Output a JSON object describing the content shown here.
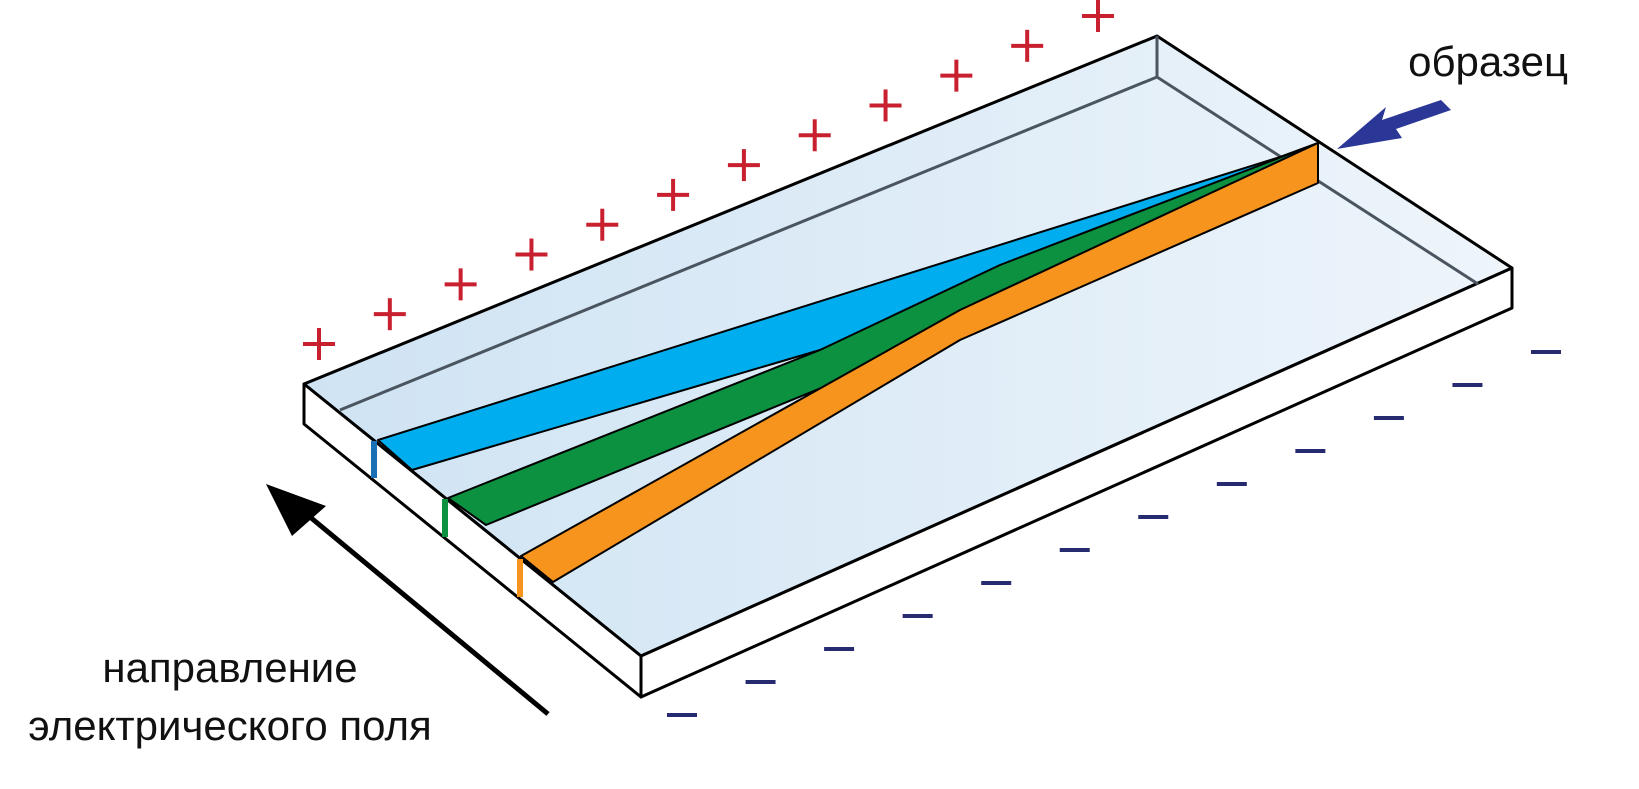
{
  "labels": {
    "sample": "образец",
    "field_direction_line1": "направление",
    "field_direction_line2": "электрического поля"
  },
  "charges": {
    "positive_symbol": "+",
    "negative_symbol": "–",
    "positive_count": 12,
    "negative_count": 12
  },
  "colors": {
    "plate_fill": "#dcebf7",
    "plate_edge": "#000000",
    "plate_inner_edge": "#4a5560",
    "positive": "#c8202f",
    "negative": "#262a6e",
    "sample_arrow": "#2b3797",
    "field_arrow": "#000000",
    "band_blue": "#00aeef",
    "band_green": "#0c9140",
    "band_orange": "#f7941d",
    "marker_blue": "#1a6fb5",
    "marker_green": "#0c9140",
    "marker_orange": "#f7941d"
  },
  "bands": [
    {
      "name": "blue",
      "color_key": "band_blue"
    },
    {
      "name": "green",
      "color_key": "band_green"
    },
    {
      "name": "orange",
      "color_key": "band_orange"
    }
  ]
}
